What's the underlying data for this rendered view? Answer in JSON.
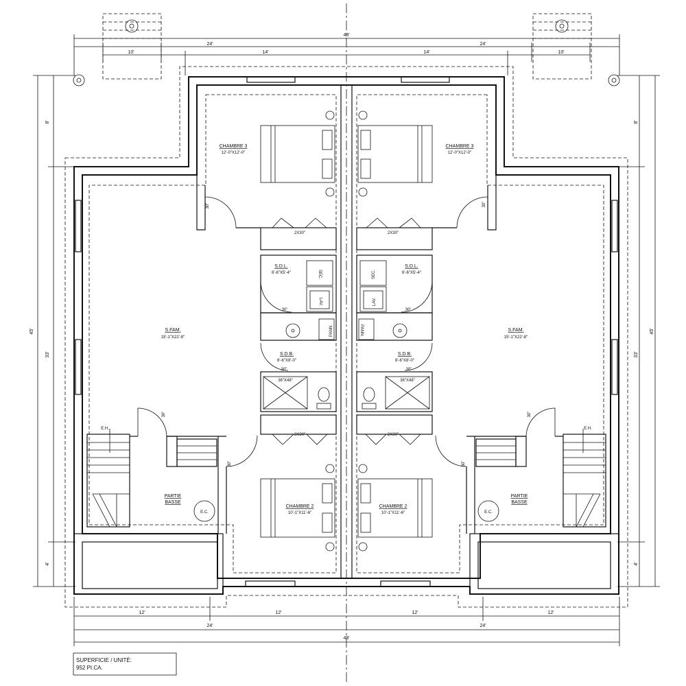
{
  "overall": {
    "total_width": "48'",
    "half_width": "24'",
    "porch_width": "10'",
    "upper_width": "14'",
    "lower_segment": "12'",
    "height_total": "45'",
    "height_top": "8'",
    "height_middle": "33'",
    "height_bottom": "4'"
  },
  "rooms": {
    "chambre3": {
      "name": "CHAMBRE 3",
      "size": "12'-0\"X12'-0\""
    },
    "chambre2": {
      "name": "CHAMBRE 2",
      "size": "10'-1\"X11'-6\""
    },
    "sfam": {
      "name": "S.FAM.",
      "size": "15'-1\"X22'-8\""
    },
    "sdl": {
      "name": "S.D.L.",
      "size": "6'-6\"X5'-4\""
    },
    "sdb": {
      "name": "S.D.B.",
      "size": "6'-6\"X8'-0\""
    },
    "partie_basse_1": "PARTIE",
    "partie_basse_2": "BASSE",
    "ec": "E.C.",
    "eh": "E.H."
  },
  "fixtures": {
    "closet_door": "2X30\"",
    "door": "30\"",
    "dryer": "SEC.",
    "washer": "LAV.",
    "shower": "36\"X48\"",
    "linen": "PANN."
  },
  "info_box": {
    "line1": "SUPERFICIE / UNITÉ:",
    "line2": "952 PI.CA."
  }
}
